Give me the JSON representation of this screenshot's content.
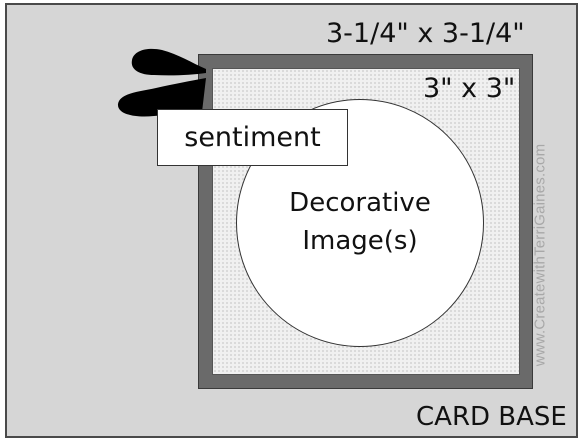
{
  "dimensions": {
    "outer_layer": "3-1/4\" x 3-1/4\"",
    "inner_layer": "3\" x 3\""
  },
  "sentiment": {
    "label": "sentiment"
  },
  "image": {
    "line1": "Decorative",
    "line2": "Image(s)"
  },
  "watermark": {
    "text": "www.CreatewithTerriGaines.com"
  },
  "card_base": {
    "label": "CARD BASE"
  },
  "colors": {
    "card_base_fill": "#d6d6d6",
    "mat_fill": "#6a6a6a",
    "panel_fill": "#f0f0f0",
    "ribbon": "#000000",
    "watermark": "#a8a8a8"
  },
  "icons": {
    "ribbon": "black-ribbon-loops-icon"
  }
}
